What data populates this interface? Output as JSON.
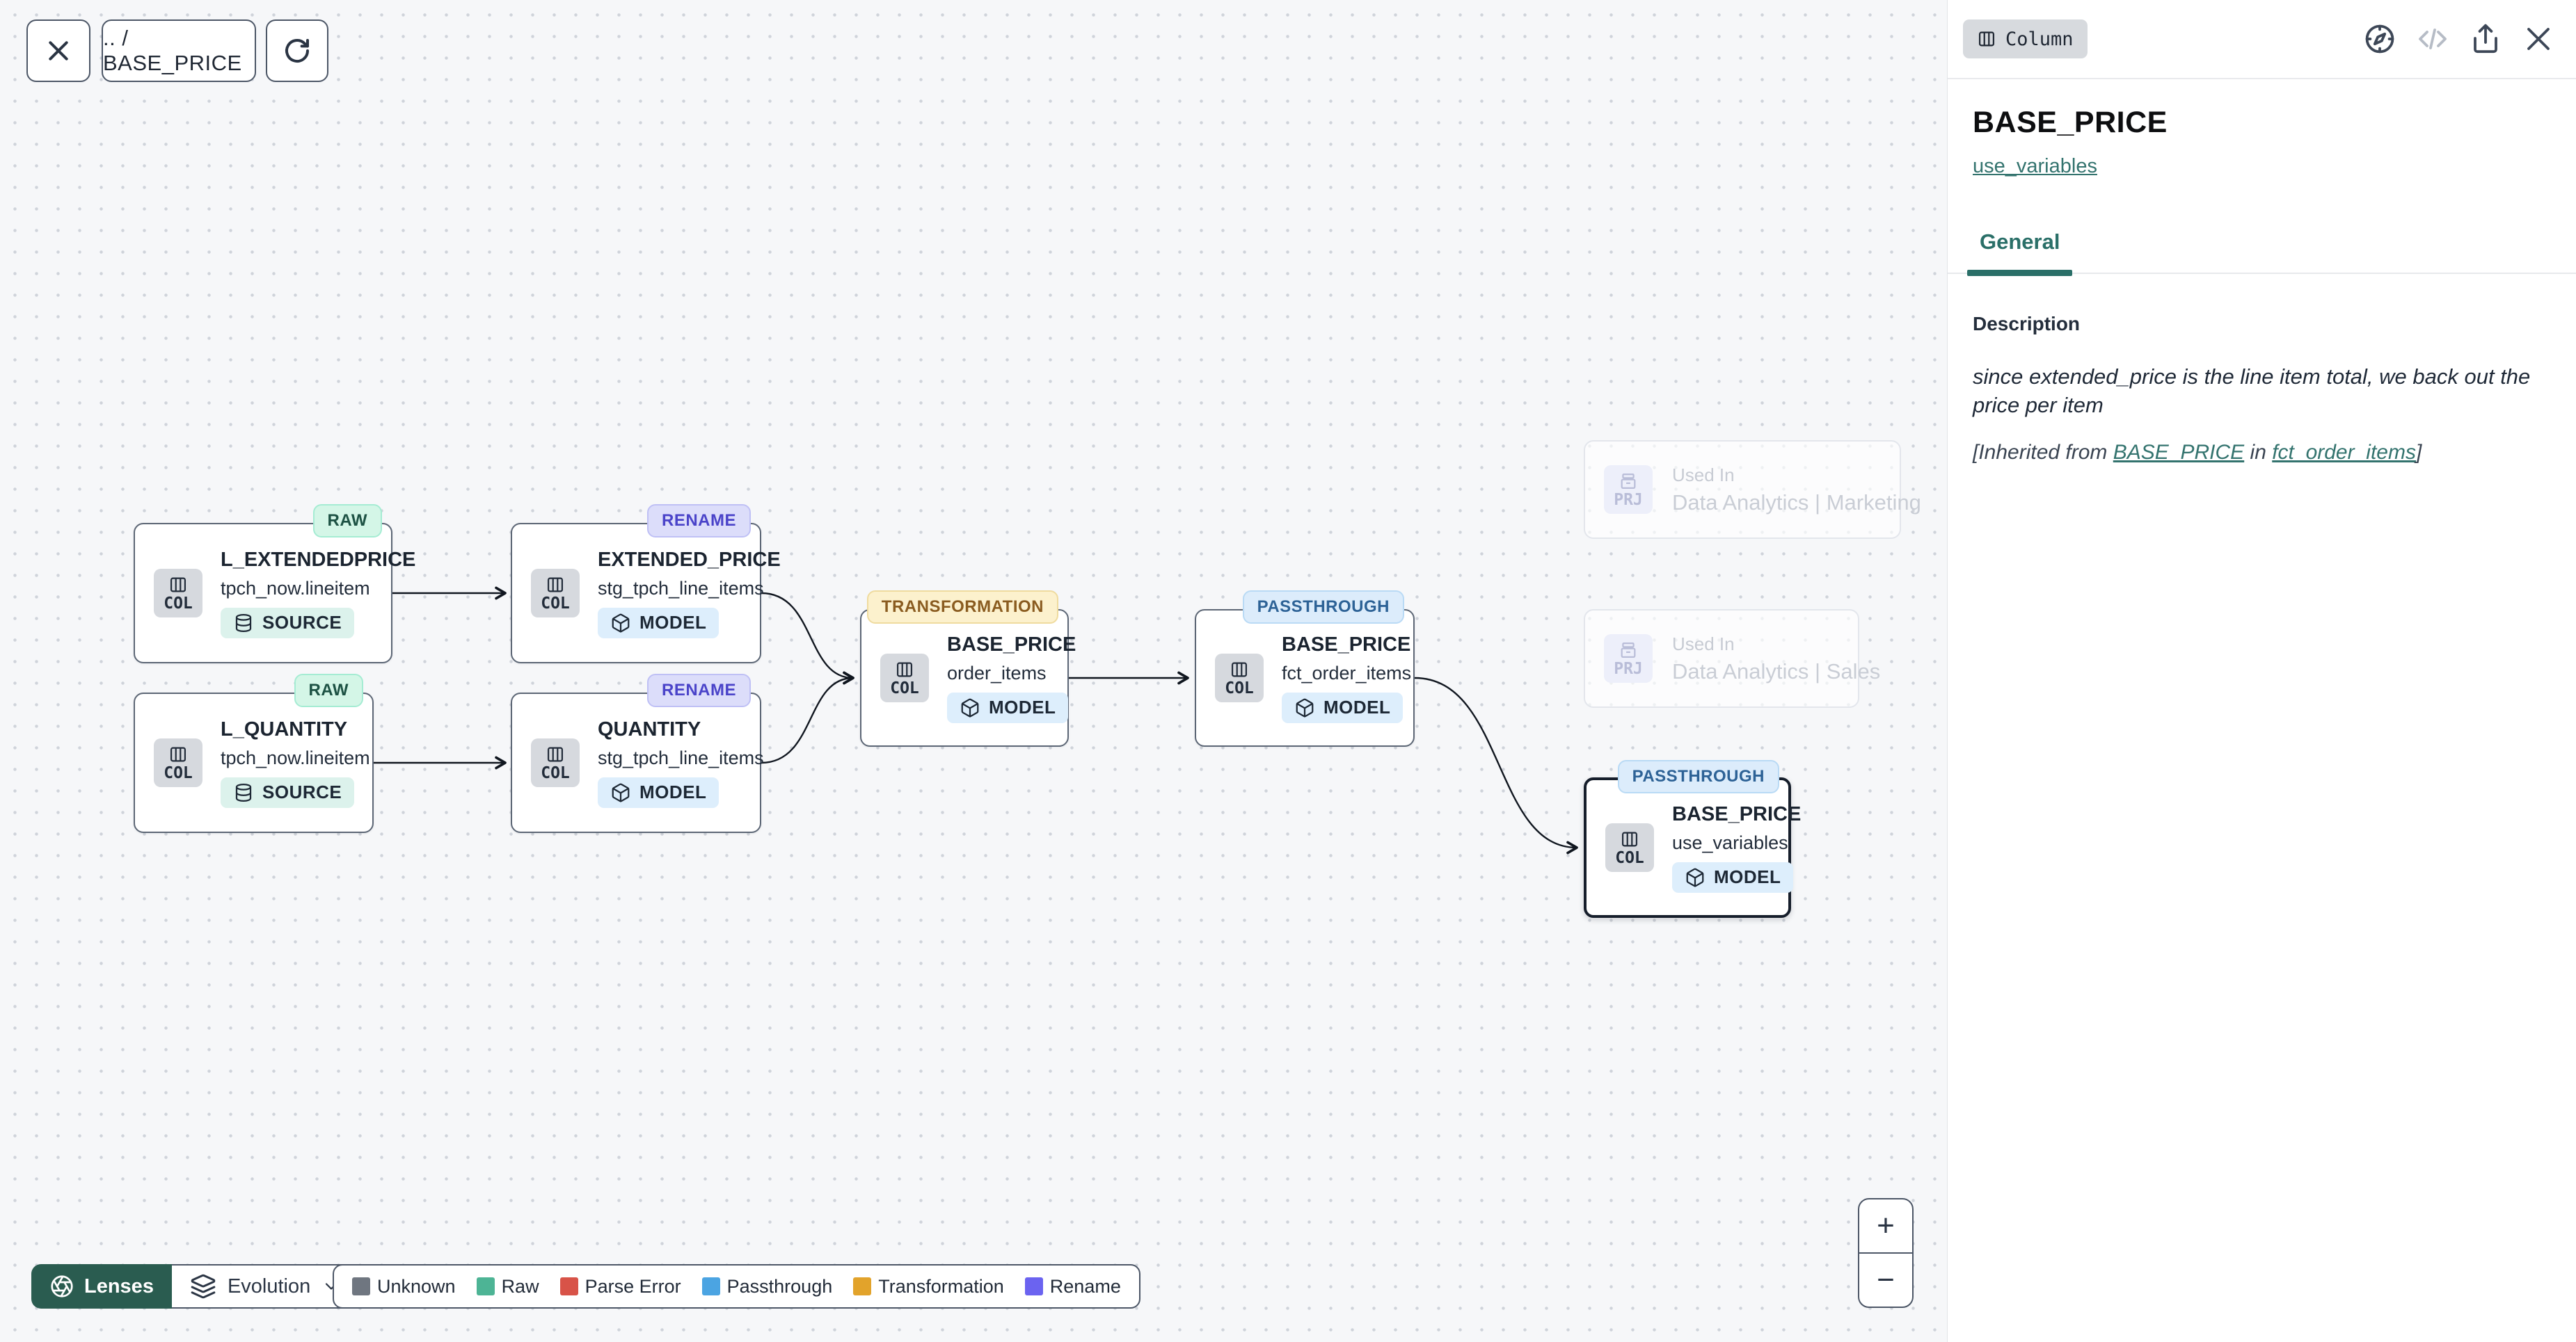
{
  "toolbar": {
    "breadcrumb": ".. / BASE_PRICE"
  },
  "canvas": {
    "nodes": [
      {
        "title": "L_EXTENDEDPRICE",
        "subtitle": "tpch_now.lineitem",
        "kind": "COL",
        "badge": "SOURCE",
        "tag": "RAW"
      },
      {
        "title": "EXTENDED_PRICE",
        "subtitle": "stg_tpch_line_items",
        "kind": "COL",
        "badge": "MODEL",
        "tag": "RENAME"
      },
      {
        "title": "L_QUANTITY",
        "subtitle": "tpch_now.lineitem",
        "kind": "COL",
        "badge": "SOURCE",
        "tag": "RAW"
      },
      {
        "title": "QUANTITY",
        "subtitle": "stg_tpch_line_items",
        "kind": "COL",
        "badge": "MODEL",
        "tag": "RENAME"
      },
      {
        "title": "BASE_PRICE",
        "subtitle": "order_items",
        "kind": "COL",
        "badge": "MODEL",
        "tag": "TRANSFORMATION"
      },
      {
        "title": "BASE_PRICE",
        "subtitle": "fct_order_items",
        "kind": "COL",
        "badge": "MODEL",
        "tag": "PASSTHROUGH"
      },
      {
        "title": "BASE_PRICE",
        "subtitle": "use_variables",
        "kind": "COL",
        "badge": "MODEL",
        "tag": "PASSTHROUGH"
      }
    ],
    "used_in": [
      {
        "label": "Used In",
        "name": "Data Analytics | Marketing",
        "kind": "PRJ"
      },
      {
        "label": "Used In",
        "name": "Data Analytics | Sales",
        "kind": "PRJ"
      }
    ]
  },
  "panel": {
    "type_badge": "Column",
    "title": "BASE_PRICE",
    "subtitle_link": "use_variables",
    "tabs": [
      {
        "label": "General"
      }
    ],
    "description": {
      "heading": "Description",
      "body": "since extended_price is the line item total, we back out the price per item",
      "inherited_prefix": "[Inherited from ",
      "inherited_link1": "BASE_PRICE",
      "inherited_middle": " in ",
      "inherited_link2": "fct_order_items",
      "inherited_suffix": "]"
    }
  },
  "footer": {
    "lenses_label": "Lenses",
    "lens_selected": "Evolution",
    "legend": [
      {
        "label": "Unknown",
        "color": "#6f7680"
      },
      {
        "label": "Raw",
        "color": "#4db495"
      },
      {
        "label": "Parse Error",
        "color": "#d85348"
      },
      {
        "label": "Passthrough",
        "color": "#4ba4e2"
      },
      {
        "label": "Transformation",
        "color": "#e2a32b"
      },
      {
        "label": "Rename",
        "color": "#6b63f0"
      }
    ]
  },
  "zoom_controls": {
    "zoom_in": "+",
    "zoom_out": "−"
  },
  "colors": {
    "accent_teal": "#2a6f68",
    "lenses_bg": "#2a5c50",
    "edge": "#10161f"
  }
}
